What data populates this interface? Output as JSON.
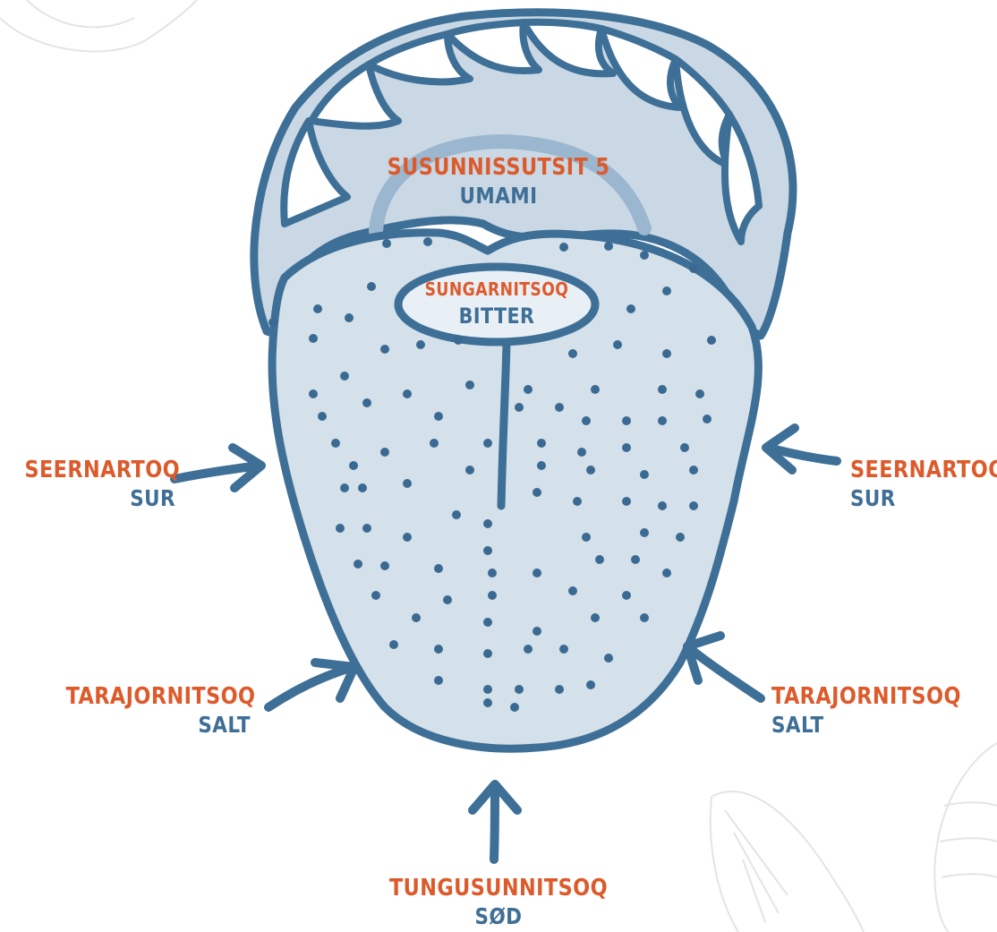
{
  "colors": {
    "greenlandic": "#dd5a2b",
    "danish": "#3f6e96",
    "outline": "#3e6f96",
    "tongue_fill": "#d4e0ea",
    "papilla": "#3a6a92",
    "arch": "#9bb7cf",
    "background_doodle": "#e6e6e6"
  },
  "zones": {
    "umami": {
      "greenlandic": "Susunnissutsit 5",
      "danish": "Umami"
    },
    "bitter": {
      "greenlandic": "Sungarnitsoq",
      "danish": "Bitter"
    },
    "sour_left": {
      "greenlandic": "Seernartoq",
      "danish": "Sur"
    },
    "sour_right": {
      "greenlandic": "Seernartoq",
      "danish": "Sur"
    },
    "salt_left": {
      "greenlandic": "Tarajornitsoq",
      "danish": "Salt"
    },
    "salt_right": {
      "greenlandic": "Tarajornitsoq",
      "danish": "Salt"
    },
    "sweet": {
      "greenlandic": "Tungusunnitsoq",
      "danish": "Sød"
    }
  },
  "icons": {
    "arrows": [
      "arrow-right-icon",
      "arrow-left-icon",
      "arrow-up-right-icon",
      "arrow-up-left-icon",
      "arrow-up-icon"
    ],
    "decorations": [
      "fish-doodle-icon",
      "shell-doodle-icon"
    ]
  }
}
